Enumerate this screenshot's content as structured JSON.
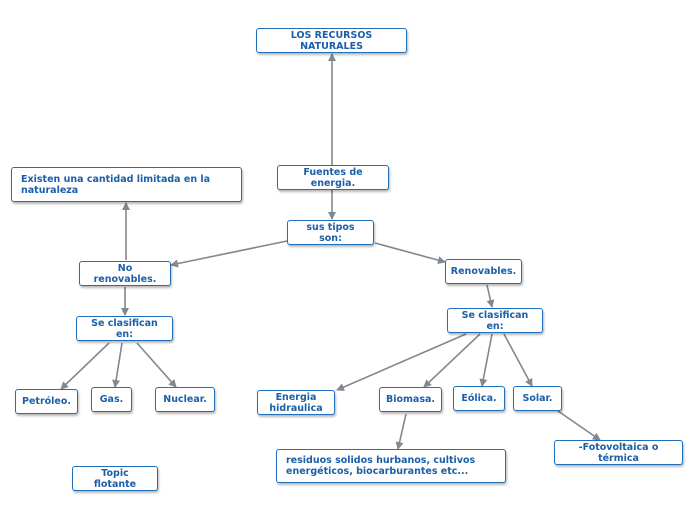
{
  "nodes": {
    "root": "LOS RECURSOS NATURALES",
    "fuentes": "Fuentes de energia.",
    "tipos": "sus tipos son:",
    "limitada": "Existen una cantidad limitada en la naturaleza",
    "no_renovables": "No renovables.",
    "renovables": "Renovables.",
    "clasifican_left": "Se clasifican en:",
    "clasifican_right": "Se clasifican en:",
    "petroleo": "Petróleo.",
    "gas": "Gas.",
    "nuclear": "Nuclear.",
    "hidraulica": "Energia hidraulica",
    "biomasa": "Biomasa.",
    "eolica": "Eólica.",
    "solar": "Solar.",
    "residuos": "residuos solidos hurbanos, cultivos energéticos, biocarburantes etc...",
    "fotovoltaica": "-Fotovoltaica o térmica",
    "flotante": "Topic flotante"
  },
  "colors": {
    "node_border": "#1f6fbd",
    "node_text": "#1a5fa8",
    "connector": "#808890"
  }
}
